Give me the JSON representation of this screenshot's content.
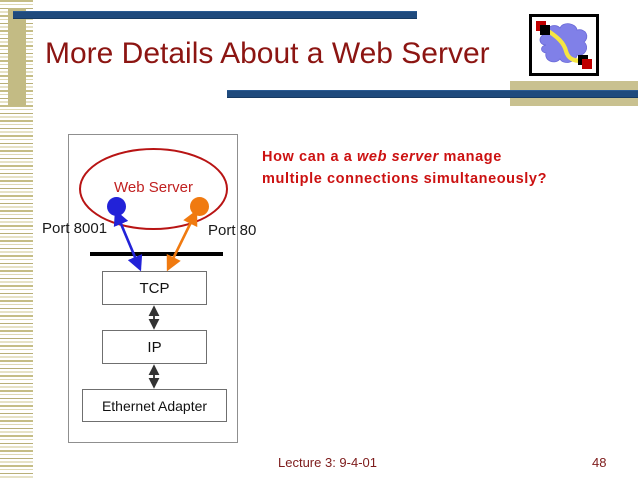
{
  "slide": {
    "title": "More Details About a Web Server",
    "background_color": "#ffffff",
    "title_color": "#8c1512",
    "accent_bar_color": "#1f4a7d",
    "accent_block_color": "#c9c190"
  },
  "decoration": {
    "left_stripes_name": "left-edge-stripe-pattern",
    "left_bar_name": "left-edge-tan-bar",
    "clipart_name": "network-cloud-clipart",
    "clipart_colors": {
      "cloud": "#8080e8",
      "path": "#f5e642",
      "marker_red": "#c00000",
      "marker_black": "#000000",
      "frame": "#000000"
    }
  },
  "question": {
    "line1_before": "How can a a ",
    "line1_emphasis": "web server",
    "line1_after": " manage",
    "line2": "multiple connections simultaneously?",
    "color": "#cc1111"
  },
  "diagram": {
    "server_label": "Web Server",
    "server_label_color": "#c02020",
    "ellipse_color": "#b81414",
    "socket_left": {
      "name": "socket-dot-blue",
      "color": "#2222d8",
      "port_label": "Port 8001"
    },
    "socket_right": {
      "name": "socket-dot-orange",
      "color": "#f07a10",
      "port_label": "Port 80"
    },
    "stack": [
      {
        "label": "TCP"
      },
      {
        "label": "IP"
      },
      {
        "label": "Ethernet Adapter"
      }
    ],
    "divider_name": "kernel-user-boundary-line"
  },
  "footer": {
    "lecture": "Lecture 3: 9-4-01",
    "page_number": "48",
    "color": "#7d1b1b"
  }
}
